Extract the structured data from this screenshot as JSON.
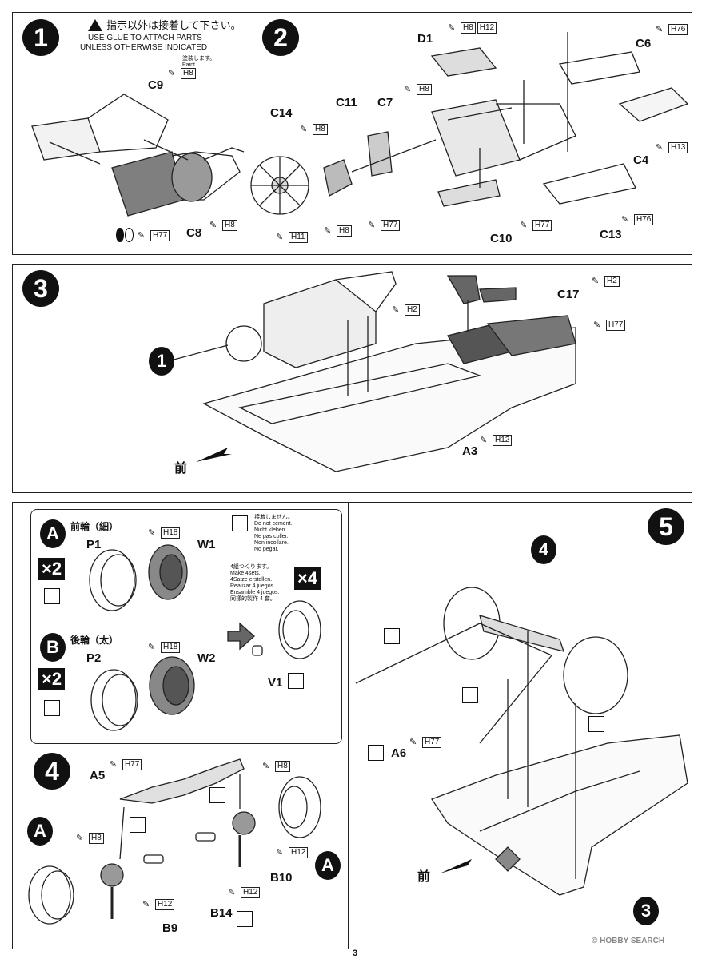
{
  "step1": {
    "number": "1",
    "notice_jp": "指示以外は接着して下さい。",
    "notice_en1": "USE GLUE TO ATTACH PARTS",
    "notice_en2": "UNLESS OTHERWISE INDICATED",
    "paint_note_jp": "塗装します。",
    "paint_note_en": "Paint",
    "labels": {
      "c9": "C9",
      "c8": "C8"
    },
    "paints": {
      "c9": "H8",
      "c8a": "H8",
      "combo": "H77"
    }
  },
  "step2": {
    "number": "2",
    "labels": {
      "d1": "D1",
      "c6": "C6",
      "c11": "C11",
      "c7": "C7",
      "c14": "C14",
      "c4": "C4",
      "c10": "C10",
      "c13": "C13"
    },
    "paints": {
      "d1a": "H8",
      "d1b": "H12",
      "c6": "H76",
      "c7": "H8",
      "c14": "H8",
      "c4": "H13",
      "c10": "H77",
      "c13": "H76",
      "fan": "H11",
      "pulley": "H8",
      "c11": "H77"
    }
  },
  "step3": {
    "number": "3",
    "ref": "1",
    "labels": {
      "c17": "C17",
      "a3": "A3"
    },
    "paints": {
      "c17": "H2",
      "mid": "H2",
      "tank": "H77",
      "a3": "H12"
    },
    "front": "前"
  },
  "stepA": {
    "letter": "A",
    "title": "前輪（細）",
    "count": "×2",
    "labels": {
      "p1": "P1",
      "w1": "W1"
    },
    "paint": "H18",
    "nocement_jp": "接着しません。",
    "nocement": [
      "Do not cement.",
      "Nicht kleben.",
      "Ne pas coller.",
      "Non incollare.",
      "No pegar."
    ],
    "make_jp": "4組つくります。",
    "make": [
      "Make 4sets.",
      "4Satze erstellen.",
      "Realizar 4 juegos.",
      "Ensamble 4 juegos.",
      "同樣的製作 4 套。"
    ],
    "count4": "×4"
  },
  "stepB": {
    "letter": "B",
    "title": "後輪（太）",
    "count": "×2",
    "labels": {
      "p2": "P2",
      "w2": "W2",
      "v1": "V1"
    },
    "paint": "H18"
  },
  "step4": {
    "number": "4",
    "labels": {
      "a5": "A5",
      "b10": "B10",
      "b9": "B9",
      "b14": "B14"
    },
    "paints": {
      "a5": "H77",
      "arm": "H8",
      "left": "H8",
      "b10": "H12",
      "b10b": "H12",
      "b9": "H12"
    },
    "ref_a": "A"
  },
  "step5": {
    "number": "5",
    "ref4": "4",
    "ref3": "3",
    "labels": {
      "a6": "A6"
    },
    "paints": {
      "a6": "H77"
    },
    "front": "前"
  },
  "page_number": "3",
  "watermark": "© HOBBY SEARCH"
}
